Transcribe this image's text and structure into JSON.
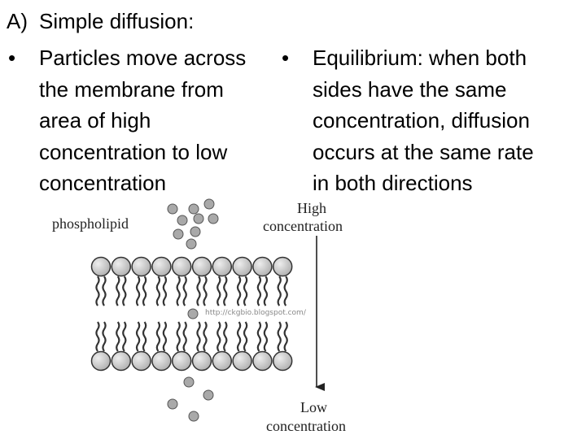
{
  "heading": {
    "marker": "A)",
    "text": "Simple diffusion:"
  },
  "bullets": [
    {
      "symbol": "•",
      "lines": [
        "Particles move across",
        "the membrane from",
        "area of high",
        "concentration to low",
        "concentration"
      ]
    },
    {
      "symbol": "•",
      "lines": [
        "Equilibrium: when both",
        "sides have the same",
        "concentration, diffusion",
        "occurs at the same rate",
        "in both directions"
      ]
    }
  ],
  "diagram": {
    "label_phospholipid": "phospholipid",
    "label_high_1": "High",
    "label_high_2": "concentration",
    "label_low_1": "Low",
    "label_low_2": "concentration",
    "credit": "http://ckgbio.blogspot.com/",
    "colors": {
      "particle": "#a9a9a9",
      "head": "#b5b5b5",
      "outline": "#333333"
    }
  }
}
